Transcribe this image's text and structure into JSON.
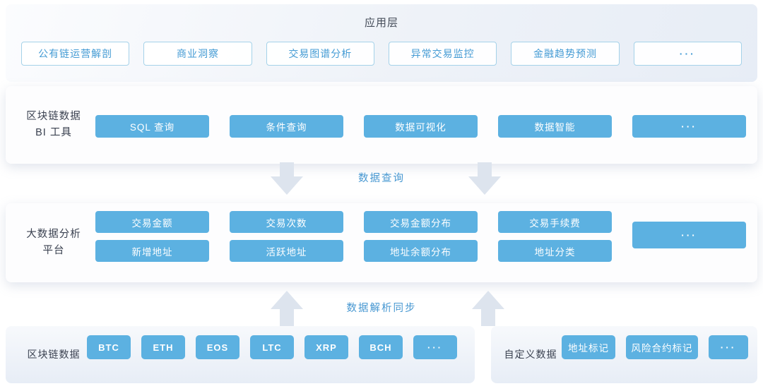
{
  "app_layer": {
    "title": "应用层",
    "buttons": [
      "公有链运营解剖",
      "商业洞察",
      "交易图谱分析",
      "异常交易监控",
      "金融趋势预测",
      "···"
    ]
  },
  "bi_layer": {
    "label_line1": "区块链数据",
    "label_line2": "BI 工具",
    "buttons": [
      "SQL 查询",
      "条件查询",
      "数据可视化",
      "数据智能",
      "···"
    ]
  },
  "query_flow": {
    "label": "数据查询",
    "direction": "down"
  },
  "platform_layer": {
    "label_line1": "大数据分析",
    "label_line2": "平台",
    "row1": [
      "交易金额",
      "交易次数",
      "交易金额分布",
      "交易手续费"
    ],
    "row2": [
      "新增地址",
      "活跃地址",
      "地址余额分布",
      "地址分类"
    ],
    "more": "···"
  },
  "sync_flow": {
    "label": "数据解析同步",
    "direction": "up"
  },
  "blockchain_data": {
    "label": "区块链数据",
    "buttons": [
      "BTC",
      "ETH",
      "EOS",
      "LTC",
      "XRP",
      "BCH",
      "···"
    ]
  },
  "custom_data": {
    "label": "自定义数据",
    "buttons": [
      "地址标记",
      "风险合约标记",
      "···"
    ]
  },
  "colors": {
    "accent": "#5cb1e1",
    "outline": "#a5d2e9",
    "blue_text": "#449bd4",
    "label_dark": "#3a4150",
    "arrow": "#dde4ee",
    "flow_text": "#4697d1"
  }
}
